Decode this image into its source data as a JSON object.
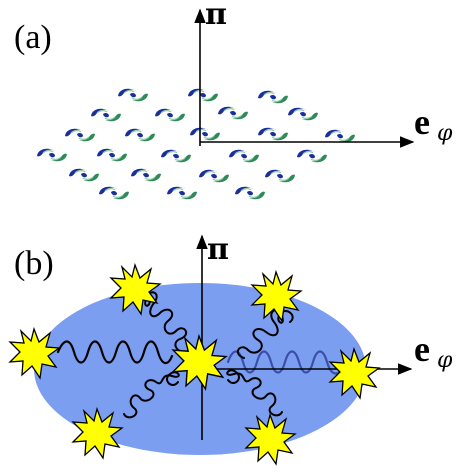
{
  "panel_a": {
    "label": "(a)",
    "axis_vertical_label": "π",
    "axis_horizontal_label": "e",
    "axis_horizontal_subscript": "φ"
  },
  "panel_b": {
    "label": "(b)",
    "axis_vertical_label": "π",
    "axis_horizontal_label": "e",
    "axis_horizontal_subscript": "φ"
  },
  "colors": {
    "swirl_blue": "#1a2f9a",
    "swirl_green": "#2e8a57",
    "swirl_light": "#8fc9a7",
    "ellipse_fill": "#7c9ef0",
    "star_fill": "#ffff00",
    "wave_dark": "#000000",
    "wave_blue": "#3a4fa8"
  },
  "icons": {
    "swirl": "swirl-vortex-icon",
    "star": "starburst-icon"
  }
}
